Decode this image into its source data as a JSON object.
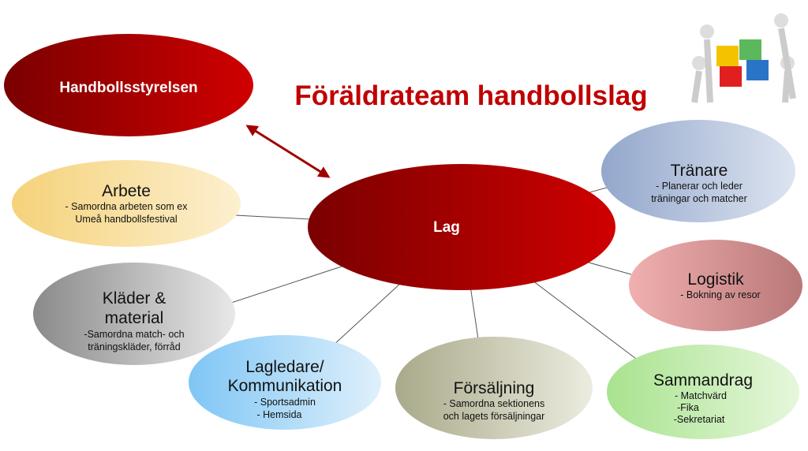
{
  "title": "Föräldrateam handbollslag",
  "board": {
    "label": "Handbollsstyrelsen"
  },
  "center": {
    "label": "Lag"
  },
  "nodes": {
    "arbete": {
      "title": "Arbete",
      "lines": [
        "- Samordna arbeten som ex",
        "Umeå handbollsfestival"
      ]
    },
    "klader": {
      "title": [
        "Kläder &",
        "material"
      ],
      "lines": [
        "-Samordna match- och",
        "träningskläder, förråd"
      ]
    },
    "lagledare": {
      "title": [
        "Lagledare/",
        "Kommunikation"
      ],
      "lines": [
        "- Sportsadmin",
        "- Hemsida"
      ]
    },
    "forsaljning": {
      "title": "Försäljning",
      "lines": [
        "- Samordna  sektionens",
        "och lagets försäljningar"
      ]
    },
    "tranare": {
      "title": "Tränare",
      "lines": [
        "- Planerar och leder",
        "träningar och matcher"
      ]
    },
    "logistik": {
      "title": "Logistik",
      "lines": [
        "- Bokning av resor"
      ]
    },
    "sammandrag": {
      "title": "Sammandrag",
      "lines": [
        "- Matchvärd",
        "-Fika",
        "-Sekretariat"
      ]
    }
  },
  "colors": {
    "title": "#c00000",
    "dark_red": "#8b0000"
  }
}
